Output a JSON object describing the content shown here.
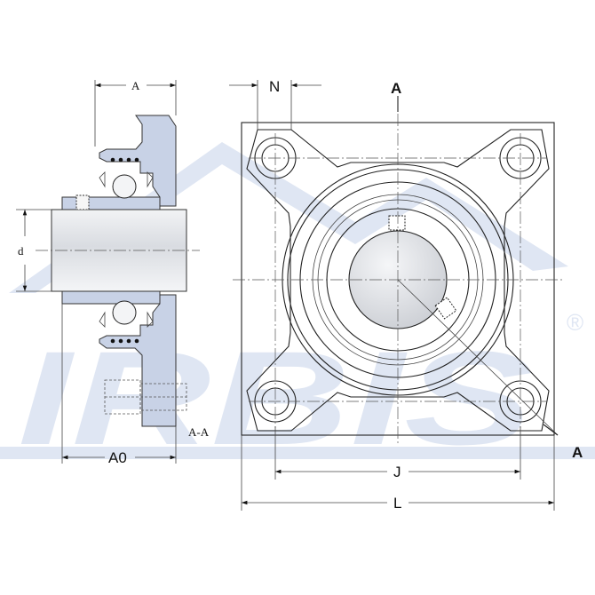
{
  "watermark": {
    "brand": "IRBIS",
    "registered_mark": "®",
    "brand_color": "#dfe6f3"
  },
  "labels": {
    "dim_a_side": "A",
    "dim_a0": "A0",
    "dim_d": "d",
    "section_caption": "A-A",
    "dim_n": "N",
    "section_a_top": "A",
    "section_a_bottom": "A",
    "dim_j": "J",
    "dim_l": "L"
  },
  "colors": {
    "part_fill": "#c8d2e6",
    "shaft_fill": "#e6e8ec",
    "outline": "#222222"
  }
}
